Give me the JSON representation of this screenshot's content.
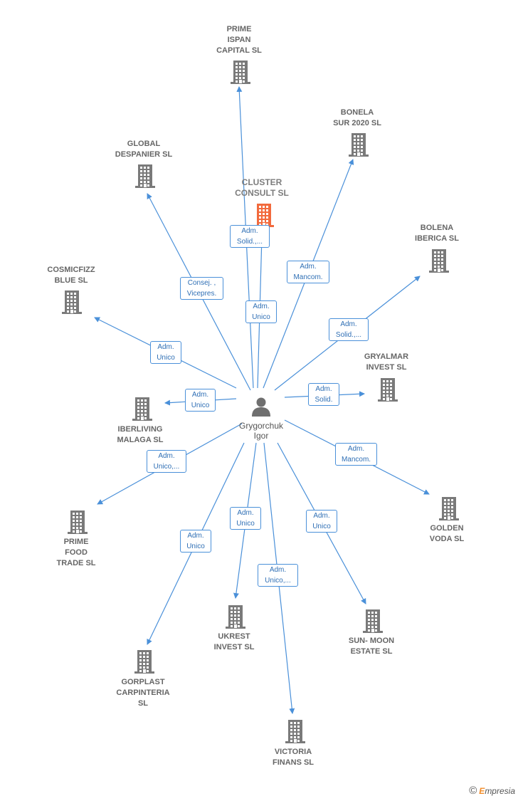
{
  "person": {
    "name": "Grygorchuk\nIgor"
  },
  "colors": {
    "edge": "#4a90d9",
    "building": "#7a7a7a",
    "building_main": "#f26a3d"
  },
  "companies": [
    {
      "id": "prime-ispan",
      "name": "PRIME\nISPAN\nCAPITAL SL"
    },
    {
      "id": "bonela",
      "name": "BONELA\nSUR 2020 SL"
    },
    {
      "id": "global-despanier",
      "name": "GLOBAL\nDESPANIER SL"
    },
    {
      "id": "cluster-consult",
      "name": "CLUSTER\nCONSULT SL",
      "main": true
    },
    {
      "id": "bolena",
      "name": "BOLENA\nIBERICA SL"
    },
    {
      "id": "cosmicfizz",
      "name": "COSMICFIZZ\nBLUE SL"
    },
    {
      "id": "gryalmar",
      "name": "GRYALMAR\nINVEST SL"
    },
    {
      "id": "iberliving",
      "name": "IBERLIVING\nMALAGA SL"
    },
    {
      "id": "golden-voda",
      "name": "GOLDEN\nVODA SL"
    },
    {
      "id": "prime-food",
      "name": "PRIME\nFOOD\nTRADE SL"
    },
    {
      "id": "ukrest",
      "name": "UKREST\nINVEST SL"
    },
    {
      "id": "sun-moon",
      "name": "SUN- MOON\nESTATE SL"
    },
    {
      "id": "gorplast",
      "name": "GORPLAST\nCARPINTERIA\nSL"
    },
    {
      "id": "victoria",
      "name": "VICTORIA\nFINANS SL"
    }
  ],
  "roles": [
    {
      "target": "prime-ispan",
      "label": "Adm.\nSolid.,..."
    },
    {
      "target": "cluster-consult",
      "label": "Adm.\nUnico"
    },
    {
      "target": "bonela",
      "label": "Adm.\nMancom."
    },
    {
      "target": "global-despanier",
      "label": "Consej. ,\nVicepres."
    },
    {
      "target": "bolena",
      "label": "Adm.\nSolid.,..."
    },
    {
      "target": "cosmicfizz",
      "label": "Adm.\nUnico"
    },
    {
      "target": "gryalmar",
      "label": "Adm.\nSolid."
    },
    {
      "target": "iberliving",
      "label": "Adm.\nUnico"
    },
    {
      "target": "golden-voda",
      "label": "Adm.\nMancom."
    },
    {
      "target": "prime-food",
      "label": "Adm.\nUnico,..."
    },
    {
      "target": "ukrest",
      "label": "Adm.\nUnico"
    },
    {
      "target": "sun-moon",
      "label": "Adm.\nUnico"
    },
    {
      "target": "gorplast",
      "label": "Adm.\nUnico"
    },
    {
      "target": "victoria",
      "label": "Adm.\nUnico,..."
    }
  ],
  "footer": {
    "c": "©",
    "e": "E",
    "rest": "mpresia"
  }
}
